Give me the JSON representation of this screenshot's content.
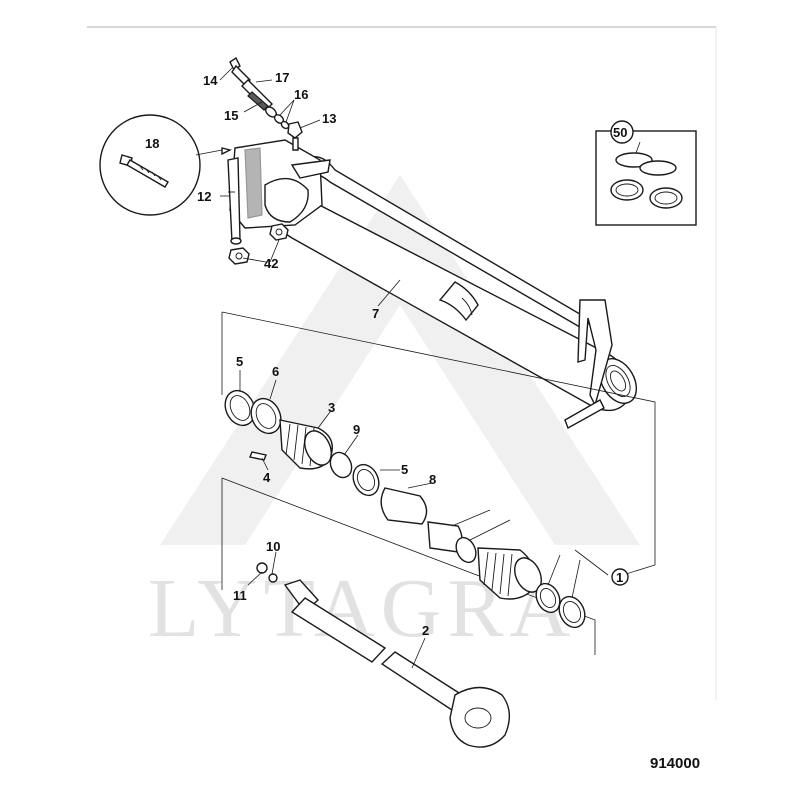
{
  "watermark": {
    "text": "LYTAGRA"
  },
  "reference_number": "914000",
  "callouts": {
    "c1": "1",
    "c2": "2",
    "c3": "3",
    "c4": "4",
    "c5a": "5",
    "c5b": "5",
    "c6": "6",
    "c7": "7",
    "c8": "8",
    "c9": "9",
    "c10": "10",
    "c11": "11",
    "c12": "12",
    "c13": "13",
    "c14": "14",
    "c15": "15",
    "c16": "16",
    "c17": "17",
    "c18": "18",
    "c42": "42",
    "c50": "50"
  },
  "colors": {
    "line": "#1a1a1a",
    "watermark": "#e2e2e2",
    "frame": "#cccccc"
  }
}
